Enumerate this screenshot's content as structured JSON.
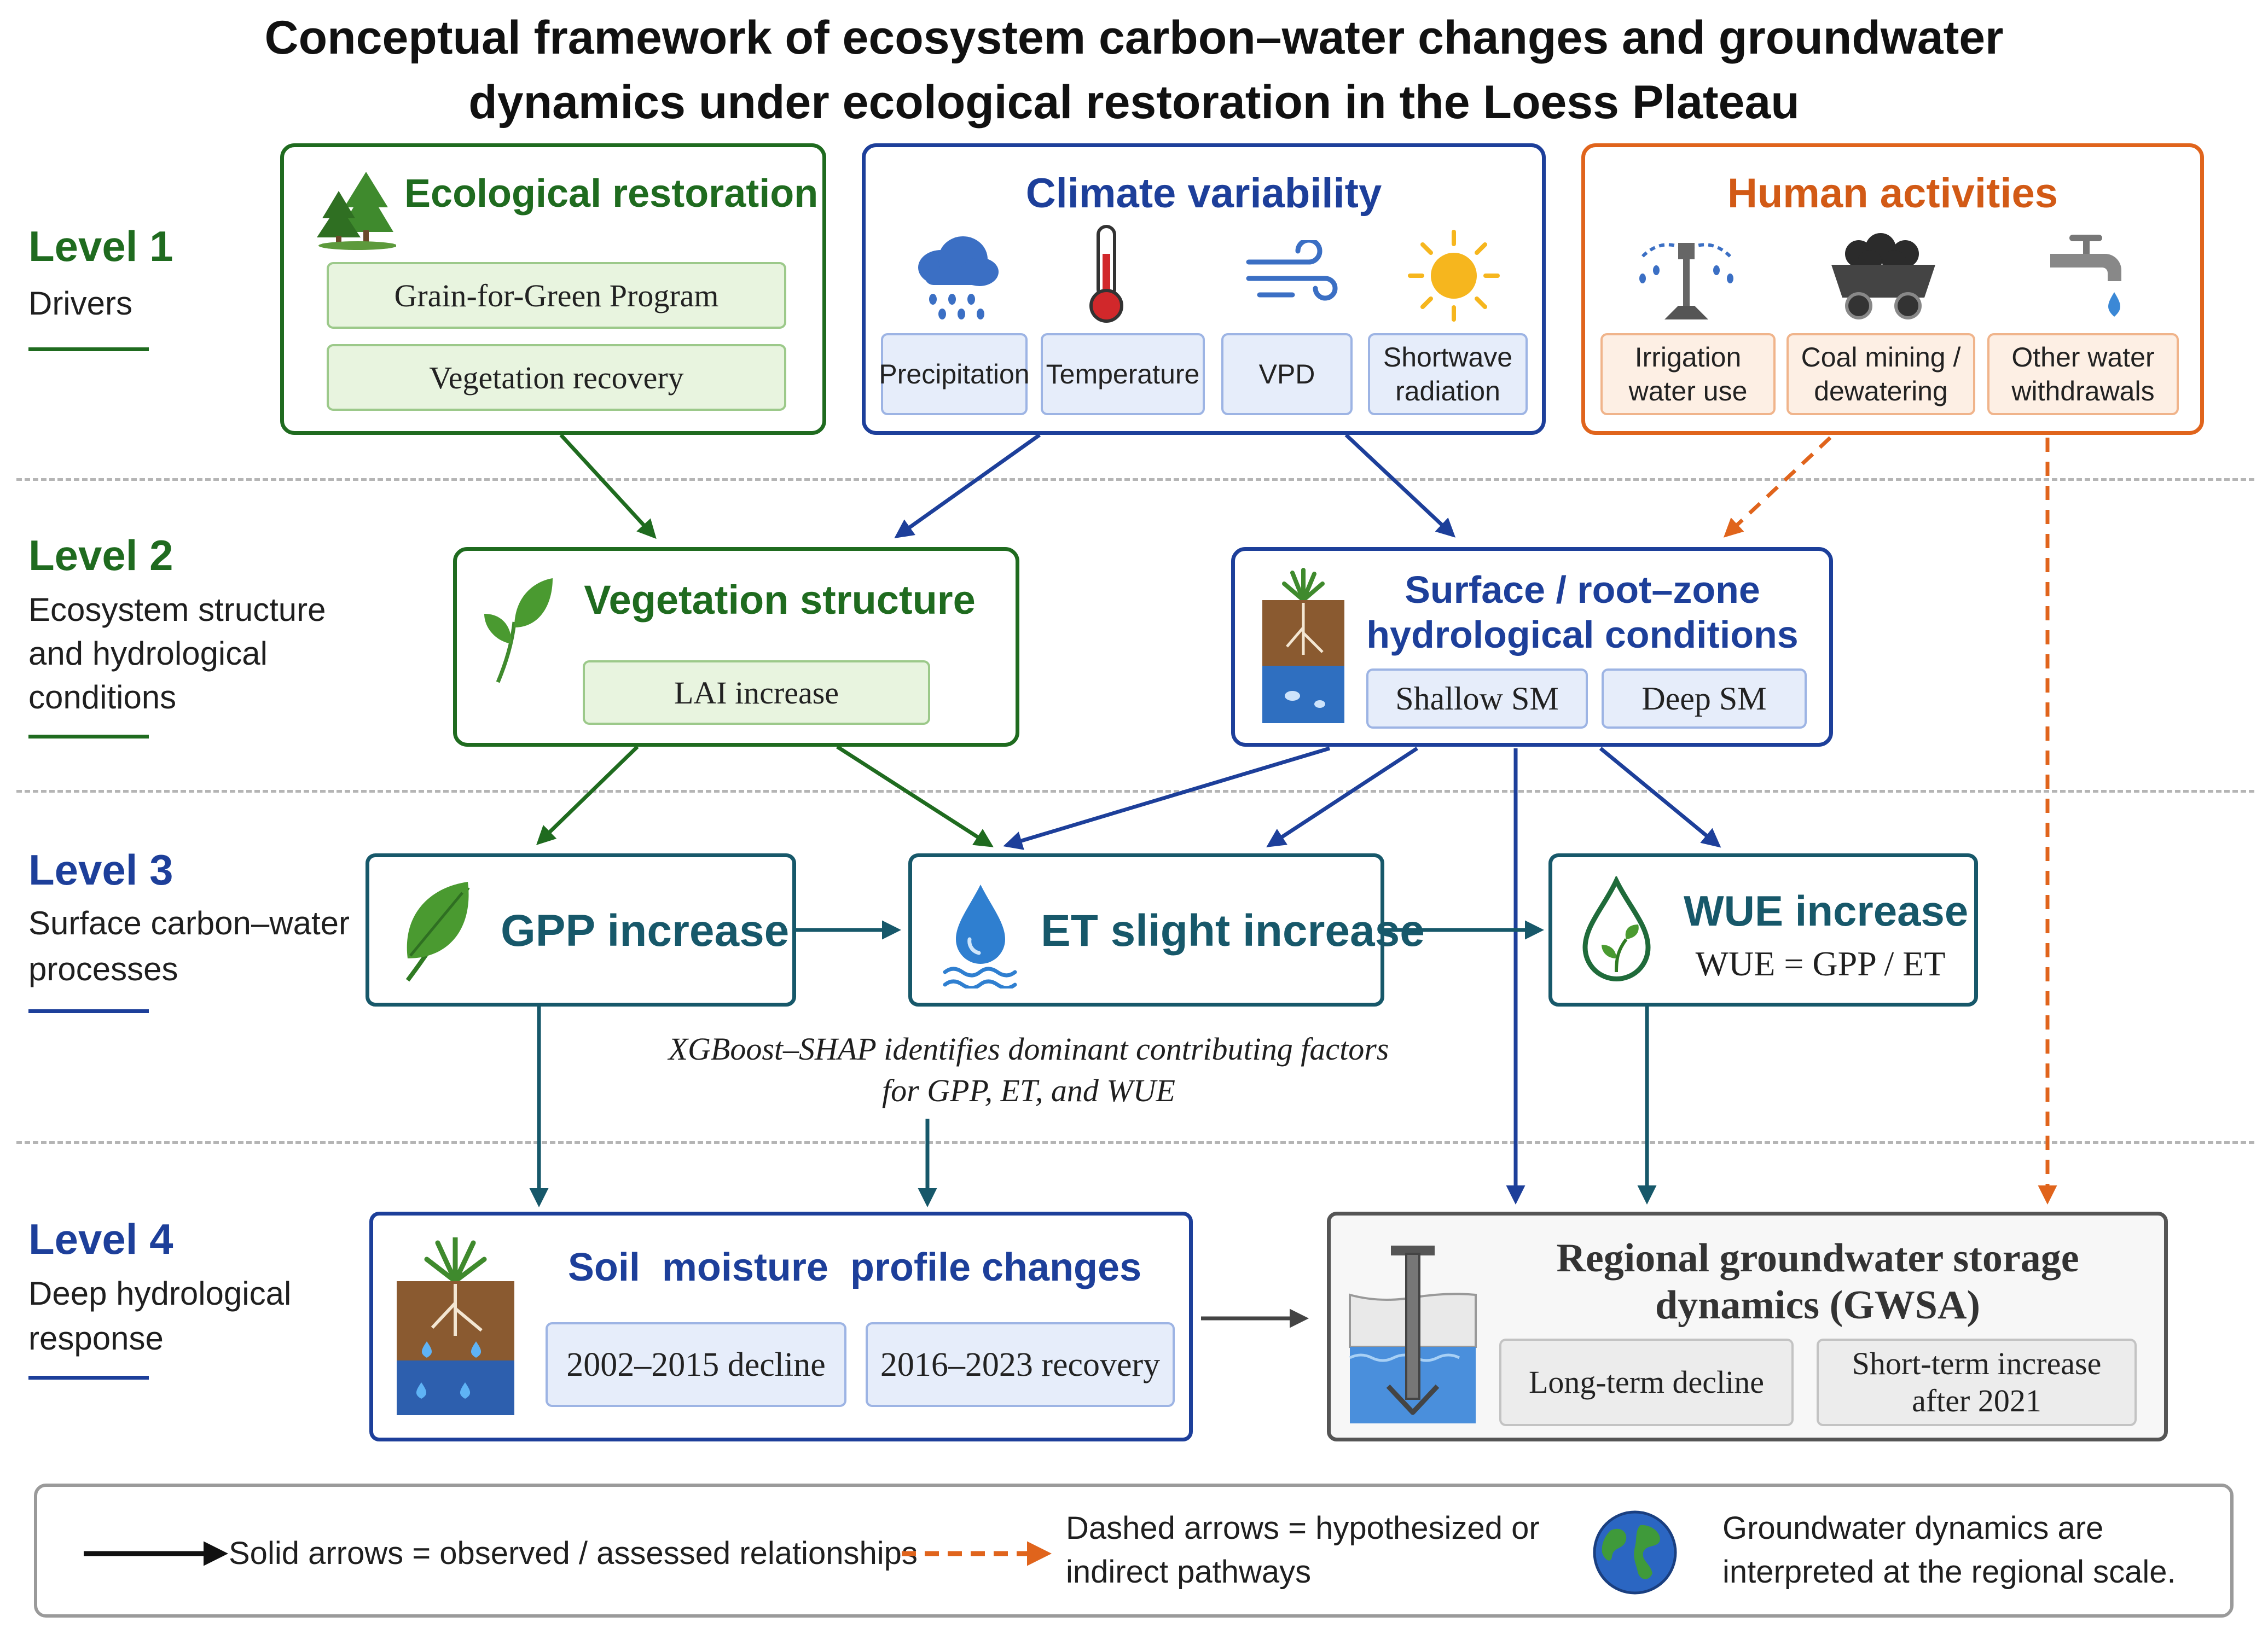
{
  "title": {
    "line1": "Conceptual framework of ecosystem carbon–water changes and groundwater",
    "line2": "dynamics under ecological restoration in the Loess Plateau"
  },
  "levels": [
    {
      "heading": "Level 1",
      "lines": [
        "Drivers"
      ],
      "color": "#1f6b1f"
    },
    {
      "heading": "Level 2",
      "lines": [
        "Ecosystem structure",
        "and hydrological",
        "conditions"
      ],
      "color": "#1f6b1f"
    },
    {
      "heading": "Level 3",
      "lines": [
        "Surface carbon–water",
        "processes"
      ],
      "color": "#1d3f9a"
    },
    {
      "heading": "Level 4",
      "lines": [
        "Deep hydrological",
        "response"
      ],
      "color": "#1d3f9a"
    }
  ],
  "drivers": {
    "ecological": {
      "title": "Ecological restoration",
      "chips": [
        "Grain-for-Green Program",
        "Vegetation recovery"
      ]
    },
    "climate": {
      "title": "Climate variability",
      "chips": [
        "Precipitation",
        "Temperature",
        "VPD",
        "Shortwave\nradiation"
      ]
    },
    "human": {
      "title": "Human activities",
      "chips": [
        "Irrigation\nwater use",
        "Coal mining /\ndewatering",
        "Other water\nwithdrawals"
      ]
    }
  },
  "structure": {
    "vegetation": {
      "title": "Vegetation structure",
      "chip": "LAI increase"
    },
    "hydro": {
      "title_line1": "Surface / root–zone",
      "title_line2": "hydrological conditions",
      "chips": [
        "Shallow SM",
        "Deep SM"
      ]
    }
  },
  "processes": {
    "gpp": "GPP increase",
    "et": "ET slight increase",
    "wue_title": "WUE increase",
    "wue_formula": "WUE = GPP / ET",
    "note_line1": "XGBoost–SHAP identifies dominant contributing factors",
    "note_line2": "for GPP, ET, and WUE"
  },
  "response": {
    "soil": {
      "title": "Soil  moisture  profile changes",
      "chips": [
        "2002–2015 decline",
        "2016–2023 recovery"
      ]
    },
    "gw": {
      "title_line1": "Regional groundwater storage",
      "title_line2": "dynamics (GWSA)",
      "chips": [
        "Long-term decline",
        "Short-term increase\nafter 2021"
      ]
    }
  },
  "legend": {
    "solid": "Solid arrows = observed / assessed relationships",
    "dashed_line1": "Dashed arrows = hypothesized or",
    "dashed_line2": "indirect pathways",
    "globe_line1": "Groundwater dynamics are",
    "globe_line2": "interpreted at the regional scale."
  },
  "colors": {
    "green": "#1f6b1f",
    "blue": "#1d3f9a",
    "orange": "#d25a16",
    "teal": "#17586a",
    "gray": "#555555"
  },
  "icons": [
    "trees-icon",
    "rain-cloud-icon",
    "thermometer-icon",
    "wind-icon",
    "sun-icon",
    "sprinkler-icon",
    "coal-cart-icon",
    "faucet-icon",
    "leaf-icon",
    "soil-profile-icon",
    "water-drop-icon",
    "wue-drop-icon",
    "well-icon",
    "globe-icon"
  ]
}
